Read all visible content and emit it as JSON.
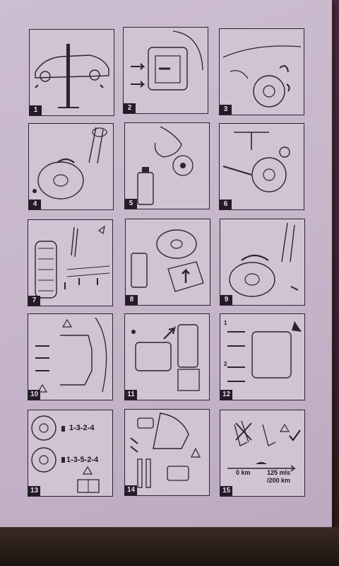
{
  "panels": [
    {
      "number": "1"
    },
    {
      "number": "2"
    },
    {
      "number": "3"
    },
    {
      "number": "4"
    },
    {
      "number": "5"
    },
    {
      "number": "6"
    },
    {
      "number": "7"
    },
    {
      "number": "8"
    },
    {
      "number": "9"
    },
    {
      "number": "10"
    },
    {
      "number": "11"
    },
    {
      "number": "12"
    },
    {
      "number": "13",
      "sequence_a": "1-3-2-4",
      "sequence_b": "1-3-5-2-4"
    },
    {
      "number": "14"
    },
    {
      "number": "15",
      "distance_start": "0 km",
      "distance_end_line1": "125 mls",
      "distance_end_line2": "/200 km"
    }
  ],
  "panel12_steps": [
    "1",
    "2"
  ],
  "colors": {
    "paper": "#c9b9cc",
    "ink": "#231c25",
    "number_badge": "#231c25"
  }
}
